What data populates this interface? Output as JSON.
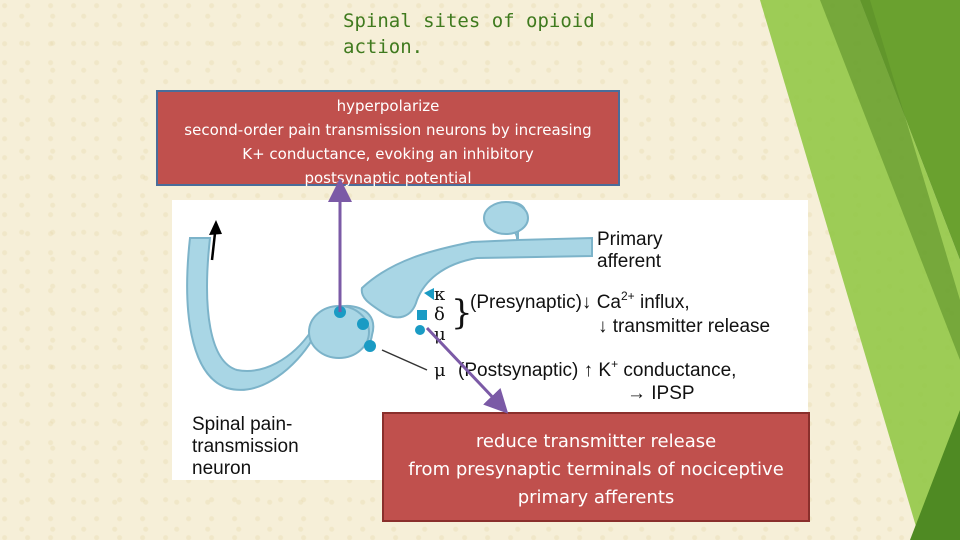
{
  "slide": {
    "title": "Spinal sites of opioid\naction."
  },
  "callouts": {
    "top_lines": [
      "hyperpolarize",
      "second-order pain transmission neurons by increasing",
      "K+ conductance, evoking an inhibitory",
      "postsynaptic potential"
    ],
    "bottom_lines": [
      "reduce transmitter release",
      "from presynaptic terminals of nociceptive",
      "primary afferents"
    ]
  },
  "figure": {
    "primary_afferent_label": [
      "Primary",
      "afferent"
    ],
    "receptor_symbols": [
      "κ",
      "δ",
      "μ"
    ],
    "presynaptic_line1": "(Presynaptic)↓ Ca",
    "ca_superscript": "2+",
    "influx_text": " influx,",
    "presynaptic_line2": "↓ transmitter release",
    "postsynaptic_mu": "μ",
    "postsynaptic_text": "(Postsynaptic) ↑ K",
    "k_superscript": "+",
    "conductance_text": " conductance,",
    "ipsp_text": "→ IPSP",
    "neuron_label": [
      "Spinal pain-",
      "transmission",
      "neuron"
    ]
  },
  "colors": {
    "callout_fill": "#c0504d",
    "title_color": "#3f7a1e",
    "neuron_fill": "#a9d6e5",
    "receptor_dot": "#1a9bc4",
    "arrow_color": "#7b5aa6",
    "green_accent": "#8dc63f"
  }
}
